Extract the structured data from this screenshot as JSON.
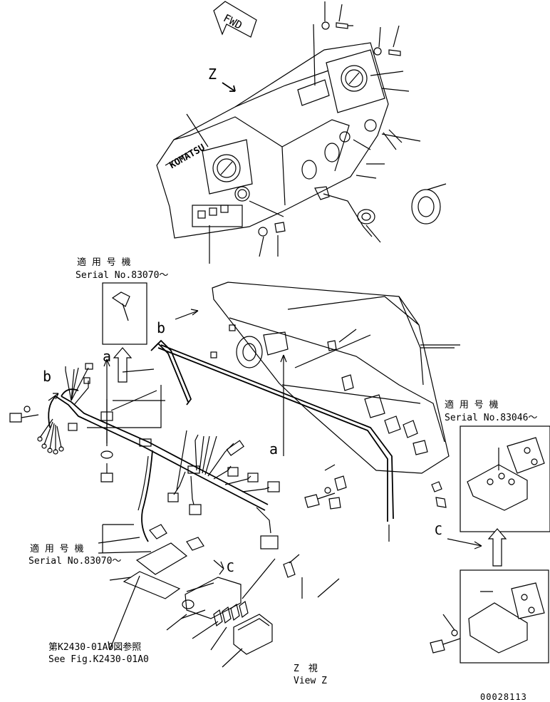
{
  "labels": {
    "fwd": "FWD",
    "brand": "KOMATSU",
    "view_letter_top": "Z",
    "serial_1_jp": "適 用 号 機",
    "serial_1_no": "Serial No.83070～",
    "serial_2_jp": "適 用 号 機",
    "serial_2_no": "Serial No.83046～",
    "serial_3_jp": "適 用 号 機",
    "serial_3_no": "Serial No.83070～",
    "ref_jp": "第K2430-01A0図参照",
    "ref_en": "See Fig.K2430-01A0",
    "view_jp": "Z　視",
    "view_en": "View Z",
    "letter_a_upper": "a",
    "letter_a_lower": "a",
    "letter_b_left": "b",
    "letter_b_mid": "b",
    "letter_c_mid": "C",
    "letter_c_right": "C",
    "drawing_no": "00028113"
  }
}
